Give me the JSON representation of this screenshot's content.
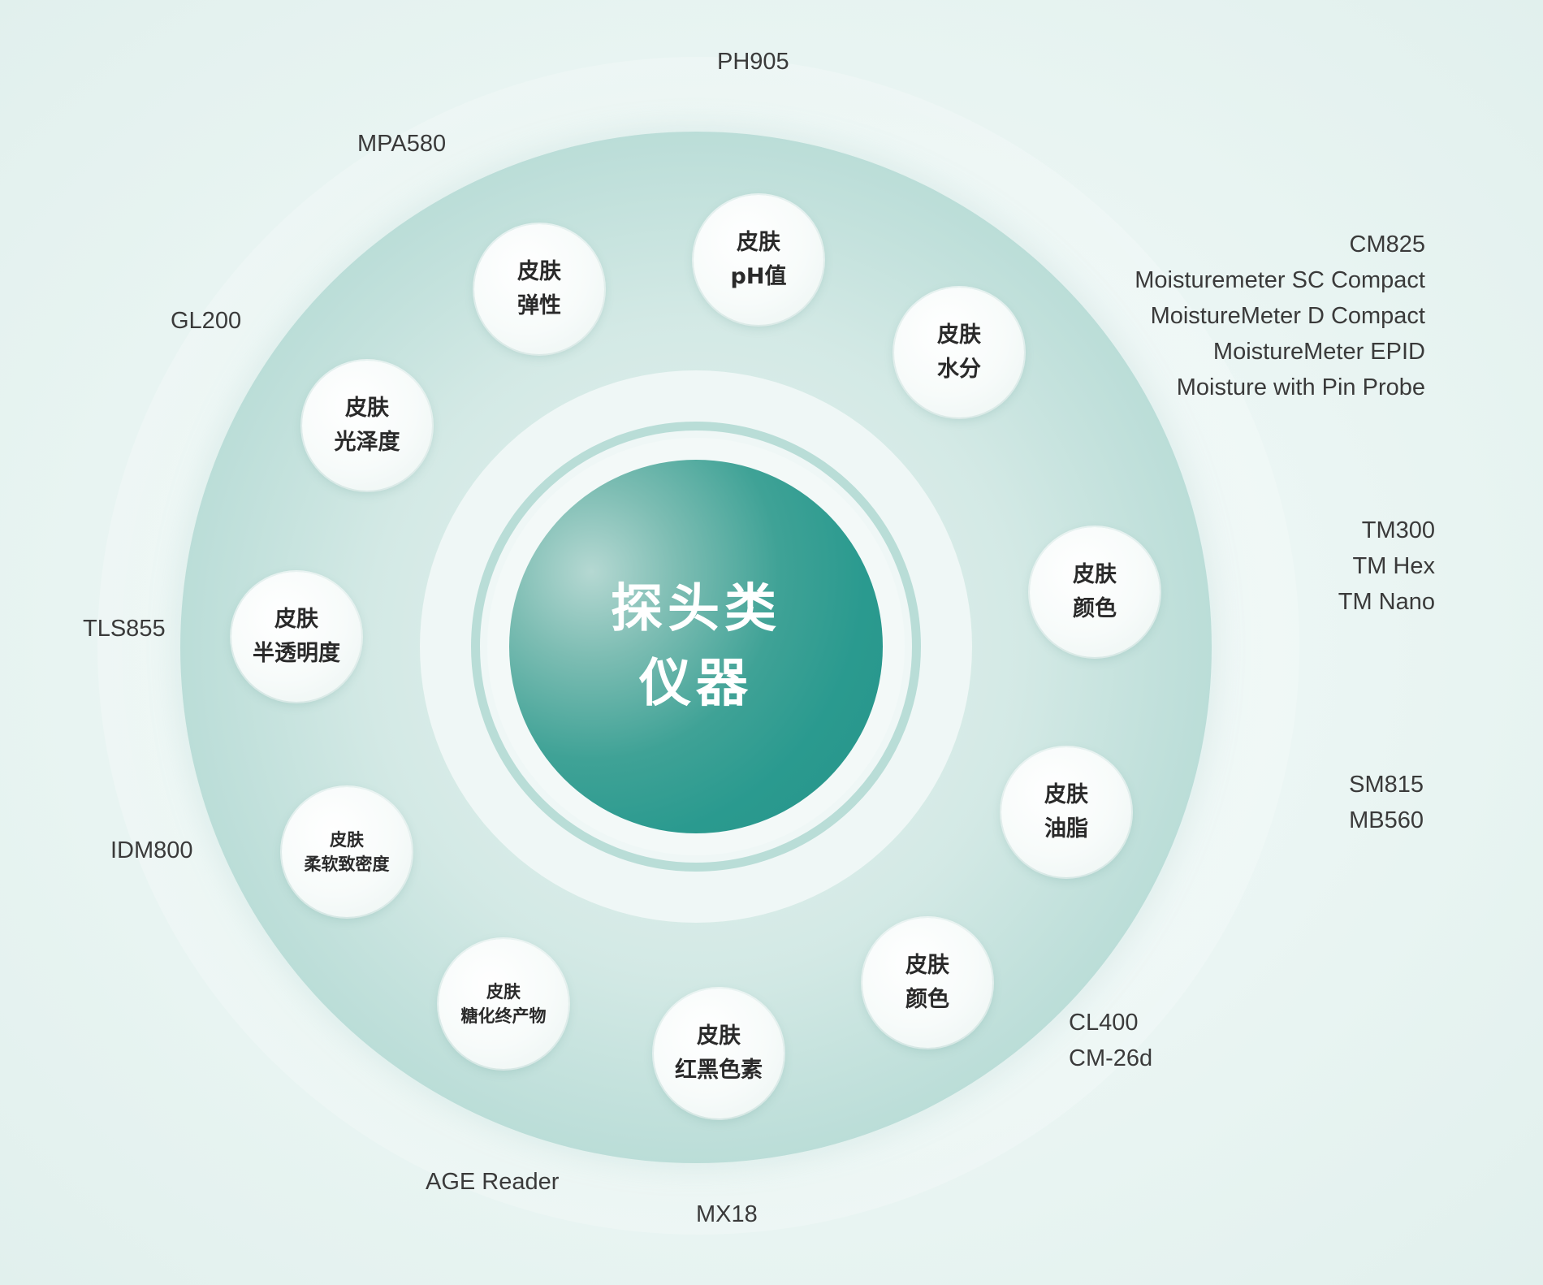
{
  "center": {
    "line1": "探头类",
    "line2": "仪器"
  },
  "bubbles": {
    "ph": {
      "line1": "皮肤",
      "line2": "pH值"
    },
    "elasticity": {
      "line1": "皮肤",
      "line2": "弹性"
    },
    "moisture": {
      "line1": "皮肤",
      "line2": "水分"
    },
    "gloss": {
      "line1": "皮肤",
      "line2": "光泽度"
    },
    "color_right": {
      "line1": "皮肤",
      "line2": "颜色"
    },
    "translucency": {
      "line1": "皮肤",
      "line2": "半透明度"
    },
    "sebum": {
      "line1": "皮肤",
      "line2": "油脂"
    },
    "firmness": {
      "line1": "皮肤",
      "line2": "柔软致密度"
    },
    "color_bottom": {
      "line1": "皮肤",
      "line2": "颜色"
    },
    "glycation": {
      "line1": "皮肤",
      "line2": "糖化终产物"
    },
    "melanin": {
      "line1": "皮肤",
      "line2": "红黑色素"
    }
  },
  "labels": {
    "ph": [
      "PH905"
    ],
    "elasticity": [
      "MPA580"
    ],
    "gloss": [
      "GL200"
    ],
    "moisture": [
      "CM825",
      "Moisturemeter SC Compact",
      "MoistureMeter D Compact",
      "MoistureMeter EPID",
      "Moisture with Pin Probe"
    ],
    "color_right": [
      "TM300",
      "TM Hex",
      "TM Nano"
    ],
    "translucency": [
      "TLS855"
    ],
    "sebum": [
      "SM815",
      "MB560"
    ],
    "firmness": [
      "IDM800"
    ],
    "color_bottom": [
      "CL400",
      "CM-26d"
    ],
    "glycation": [
      "AGE Reader"
    ],
    "melanin": [
      "MX18"
    ]
  }
}
